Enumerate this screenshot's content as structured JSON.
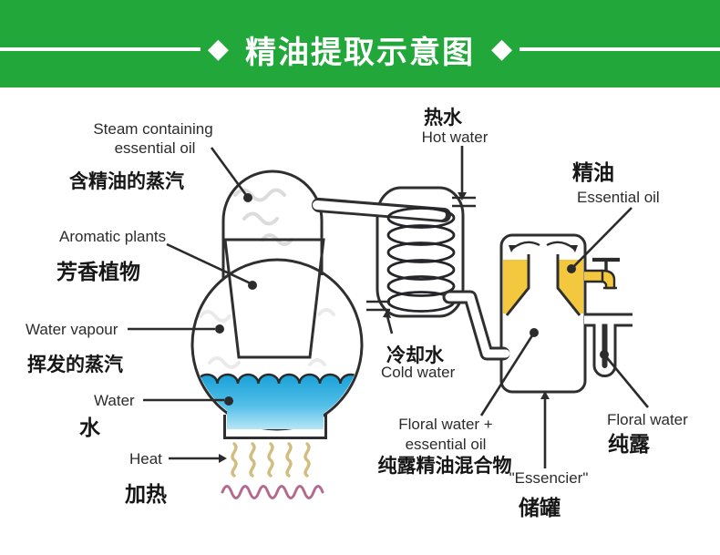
{
  "header": {
    "title": "精油提取示意图",
    "diamond": "◆"
  },
  "labels": {
    "steam": {
      "en1": "Steam containing",
      "en2": "essential oil",
      "zh": "含精油的蒸汽"
    },
    "aromatic": {
      "en": "Aromatic plants",
      "zh": "芳香植物"
    },
    "vapour": {
      "en": "Water vapour",
      "zh": "挥发的蒸汽"
    },
    "water": {
      "en": "Water",
      "zh": "水"
    },
    "heat": {
      "en": "Heat",
      "zh": "加热"
    },
    "hot_water": {
      "zh": "热水",
      "en": "Hot water"
    },
    "cold_water": {
      "zh": "冷却水",
      "en": "Cold water"
    },
    "essential_oil": {
      "zh": "精油",
      "en": "Essential oil"
    },
    "mixture": {
      "en1": "Floral water +",
      "en2": "essential oil",
      "zh": "纯露精油混合物"
    },
    "floral_water": {
      "en": "Floral water",
      "zh": "纯露"
    },
    "essencier": {
      "en": "\"Essencier\"",
      "zh": "储罐"
    }
  },
  "colors": {
    "header_green": "#21a73a",
    "outline_dark": "#2f2f2f",
    "water_blue": "#18a0d8",
    "water_blue_light": "#c2ebf8",
    "oil_yellow": "#f3c83f",
    "condenser_pink": "#f1c3d3",
    "condenser_lavender": "#dccfe7",
    "condenser_blue": "#bfe3f2",
    "plant_green": "#3f9e4d",
    "heat_flame_tan": "#d2bd7f",
    "heating_wave_pink": "#b26b8c",
    "steam_gray": "#d6d6d6"
  }
}
